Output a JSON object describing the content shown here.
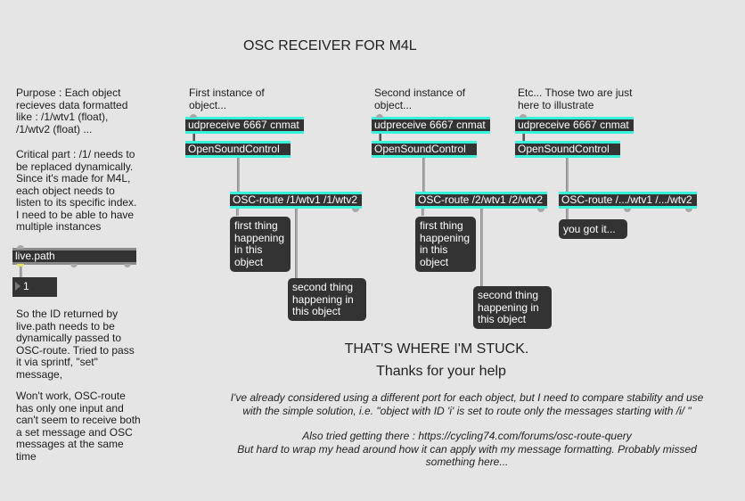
{
  "title": "OSC RECEIVER FOR M4L",
  "left_notes": {
    "purpose": "Purpose : Each object\nrecieves data formatted\nlike : /1/wtv1 (float),\n/1/wtv2 (float) ...",
    "critical": "Critical part : /1/ needs to\nbe replaced dynamically.\nSince it's made for M4L,\neach object needs to\nlisten to its specific index.\nI need to be able to have\nmultiple instances",
    "id_note": "So the ID returned by\nlive.path needs to be\ndynamically passed to\nOSC-route. Tried to pass\nit via sprintf, \"set\"\nmessage,",
    "wont_work": "Won't work, OSC-route\nhas only one input and\ncan't seem to receive both\na set message and OSC\nmessages at the same\ntime"
  },
  "live_path": {
    "label": "live.path",
    "number_value": "1"
  },
  "instances": [
    {
      "caption": "First instance of\nobject...",
      "udpreceive": "udpreceive 6667 cnmat",
      "osc": "OpenSoundControl",
      "route": "OSC-route /1/wtv1 /1/wtv2",
      "msg1": "first thing\nhappening\nin this\nobject",
      "msg2": "second thing\nhappening in\nthis object"
    },
    {
      "caption": "Second instance of\nobject...",
      "udpreceive": "udpreceive 6667 cnmat",
      "osc": "OpenSoundControl",
      "route": "OSC-route /2/wtv1 /2/wtv2",
      "msg1": "first thing\nhappening\nin this\nobject",
      "msg2": "second thing\nhappening in\nthis object"
    },
    {
      "caption": "Etc... Those two are just\nhere to illustrate",
      "udpreceive": "udpreceive 6667 cnmat",
      "osc": "OpenSoundControl",
      "route": "OSC-route /.../wtv1 /.../wtv2",
      "msg1": "you got it..."
    }
  ],
  "bottom": {
    "stuck": "THAT'S WHERE I'M STUCK.",
    "thanks": "Thanks for your help",
    "considered": "I've already considered using a different port for each object, but I need to compare stability and use\nwith the simple solution, i.e. \"object with ID 'i' is set to route only the messages starting with /i/ \"",
    "also": "Also tried getting there : https://cycling74.com/forums/osc-route-query\nBut hard to wrap my head around how it can apply with my message formatting. Probably missed\nsomething here..."
  },
  "colors": {
    "background": "#e5e5e5",
    "object": "#333333",
    "selection": "#36f3d9"
  }
}
